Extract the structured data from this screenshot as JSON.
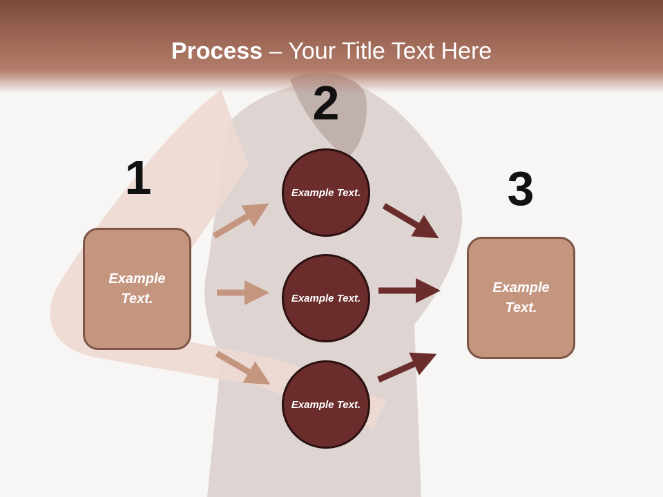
{
  "header": {
    "title_bold": "Process",
    "title_rest": " – Your Title Text Here"
  },
  "steps": {
    "step1_number": "1",
    "step2_number": "2",
    "step3_number": "3"
  },
  "left_box": {
    "text": "Example Text."
  },
  "right_box": {
    "text": "Example Text."
  },
  "circles": [
    {
      "text": "Example Text."
    },
    {
      "text": "Example Text."
    },
    {
      "text": "Example Text."
    }
  ],
  "colors": {
    "header": "#9c6655",
    "box_fill": "#c4957f",
    "box_border": "#7e5546",
    "circle_fill": "#6b2c2c",
    "arrow_light": "#c4957f",
    "arrow_dark": "#6b2c2c"
  }
}
